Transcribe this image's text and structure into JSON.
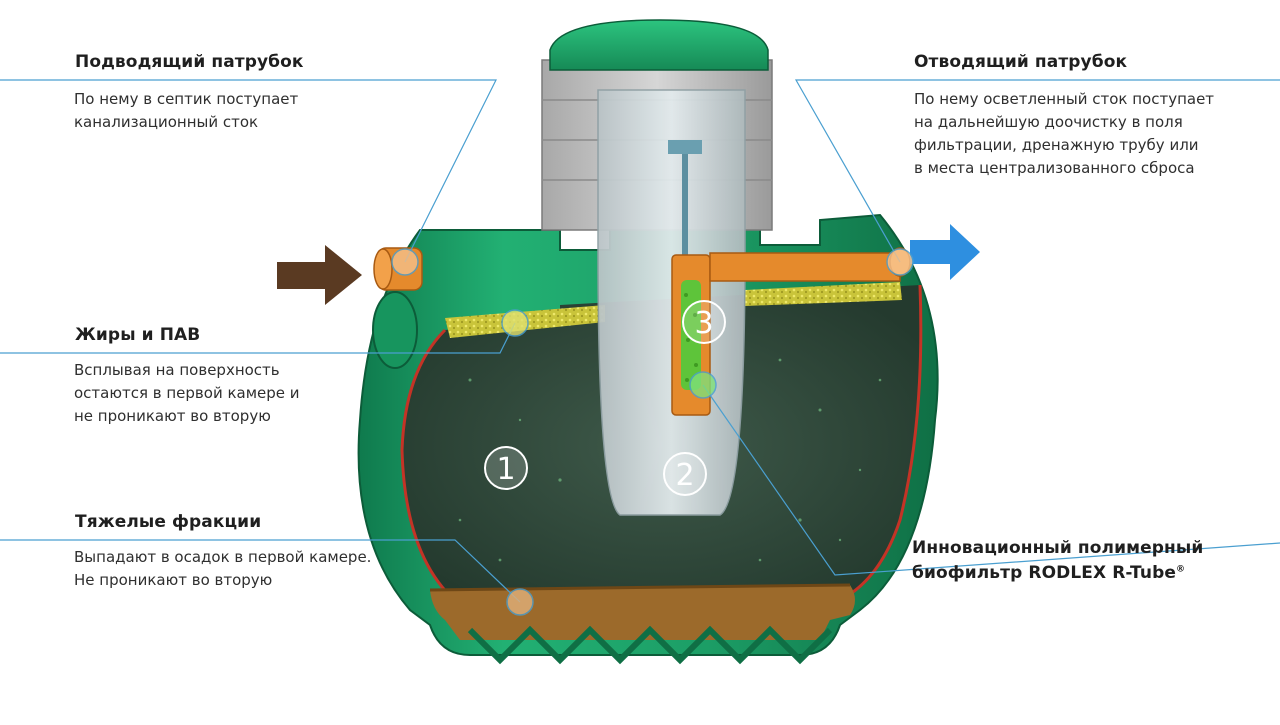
{
  "labels": {
    "inlet": {
      "title": "Подводящий патрубок",
      "desc": "По нему в септик поступает\nканализационный сток"
    },
    "outlet": {
      "title": "Отводящий патрубок",
      "desc": "По нему осветленный сток поступает\nна дальнейшую доочистку в поля\nфильтрации, дренажную трубу или\nв места централизованного сброса"
    },
    "fats": {
      "title": "Жиры и ПАВ",
      "desc": "Всплывая на поверхность\nостаются в первой камере и\nне проникают во вторую"
    },
    "heavy": {
      "title": "Тяжелые фракции",
      "desc": "Выпадают в осадок в первой камере.\nНе проникают во вторую"
    },
    "biofilter": {
      "title_line1": "Инновационный полимерный",
      "title_line2": "биофильтр RODLEX R-Tube",
      "reg_mark": "®"
    }
  },
  "chambers": [
    "1",
    "2",
    "3"
  ],
  "colors": {
    "line": "#4a9fd0",
    "tank_green": "#1fa36a",
    "inlet_arrow": "#5a3a22",
    "outlet_arrow": "#2e8fe0",
    "pipe_orange": "#e58a2c",
    "sludge": "#9c6a2b"
  }
}
